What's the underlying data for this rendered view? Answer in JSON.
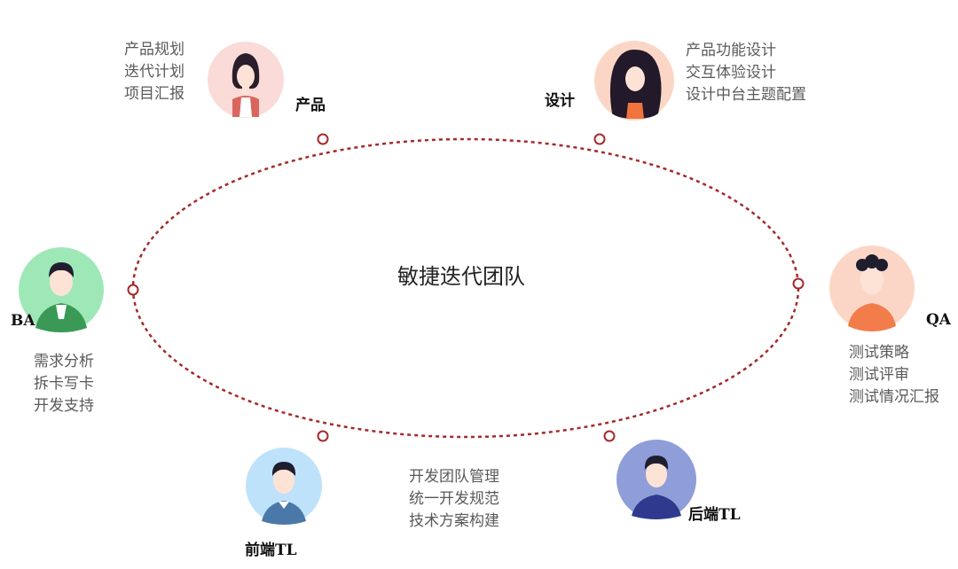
{
  "diagram": {
    "center_title": "敏捷迭代团队",
    "colors": {
      "ellipse": "#a52a2a",
      "product_bg": "#fadbd8",
      "design_bg": "#fbd6c6",
      "ba_bg": "#9ee8b8",
      "qa_bg": "#fbd6c6",
      "frontend_bg": "#bfe2fb",
      "backend_bg": "#8f9ed8"
    },
    "roles": {
      "product": {
        "label": "产品",
        "avatar_icon": "woman-avatar-icon",
        "tasks": [
          "产品规划",
          "迭代计划",
          "项目汇报"
        ]
      },
      "design": {
        "label": "设计",
        "avatar_icon": "curly-hair-woman-avatar-icon",
        "tasks": [
          "产品功能设计",
          "交互体验设计",
          "设计中台主题配置"
        ]
      },
      "ba": {
        "label": "BA",
        "avatar_icon": "man-avatar-icon",
        "tasks": [
          "需求分析",
          "拆卡写卡",
          "开发支持"
        ]
      },
      "qa": {
        "label": "QA",
        "avatar_icon": "curly-hair-man-avatar-icon",
        "tasks": [
          "测试策略",
          "测试评审",
          "测试情况汇报"
        ]
      },
      "frontend": {
        "label": "前端TL",
        "avatar_icon": "boy-avatar-icon",
        "tasks": []
      },
      "backend": {
        "label": "后端TL",
        "avatar_icon": "man-sweater-avatar-icon",
        "tasks": []
      }
    },
    "tl_tasks": [
      "开发团队管理",
      "统一开发规范",
      "技术方案构建"
    ]
  }
}
